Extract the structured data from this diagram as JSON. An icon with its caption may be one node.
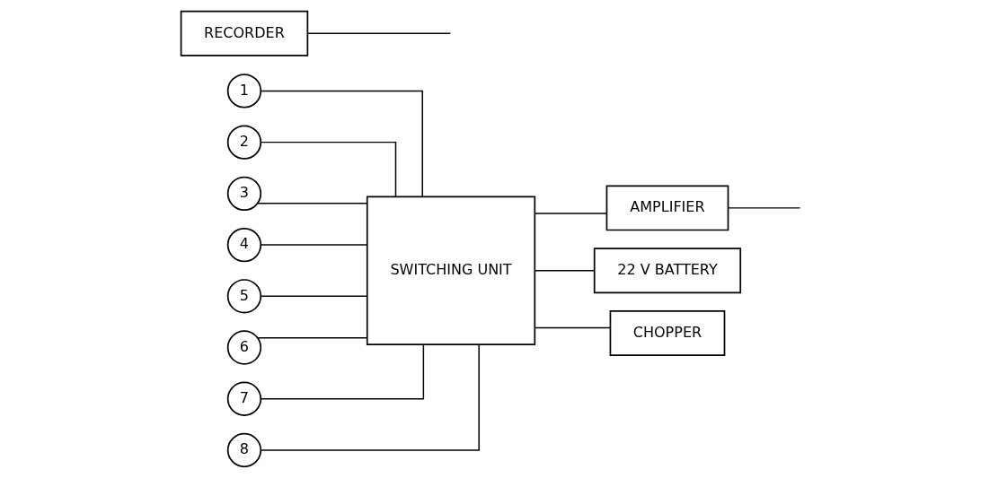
{
  "diagram": {
    "nodes": [
      {
        "text": [
          "1"
        ]
      },
      {
        "text": [
          "2"
        ]
      },
      {
        "text": [
          "3"
        ]
      },
      {
        "text": [
          "4"
        ]
      },
      {
        "text": [
          "5"
        ]
      },
      {
        "text": [
          "6"
        ]
      },
      {
        "text": [
          "7"
        ]
      },
      {
        "text": [
          "8"
        ]
      },
      {
        "text": [
          "SWITCHING UNIT"
        ]
      },
      {
        "text": [
          "AMPLIFIER"
        ]
      },
      {
        "text": [
          "22 V BATTERY"
        ]
      },
      {
        "text": [
          "RECORDER"
        ]
      },
      {
        "text": [
          "CHOPPER"
        ]
      }
    ],
    "edges": [
      {
        "from": 0,
        "to": 8,
        "arrow": "none"
      },
      {
        "from": 1,
        "to": 8,
        "arrow": "none"
      },
      {
        "from": 2,
        "to": 8,
        "arrow": "none"
      },
      {
        "from": 3,
        "to": 8,
        "arrow": "none"
      },
      {
        "from": 4,
        "to": 8,
        "arrow": "none"
      },
      {
        "from": 5,
        "to": 8,
        "arrow": "none"
      },
      {
        "from": 6,
        "to": 8,
        "arrow": "none"
      },
      {
        "from": 7,
        "to": 8,
        "arrow": "none"
      },
      {
        "from": 8,
        "to": 9,
        "arrow": "none"
      },
      {
        "from": 8,
        "to": 10,
        "arrow": "none"
      },
      {
        "from": 8,
        "to": 12,
        "arrow": "none"
      },
      {
        "from": 9,
        "to": null,
        "arrow": "none"
      },
      {
        "from": 11,
        "to": null,
        "arrow": "none"
      }
    ]
  }
}
